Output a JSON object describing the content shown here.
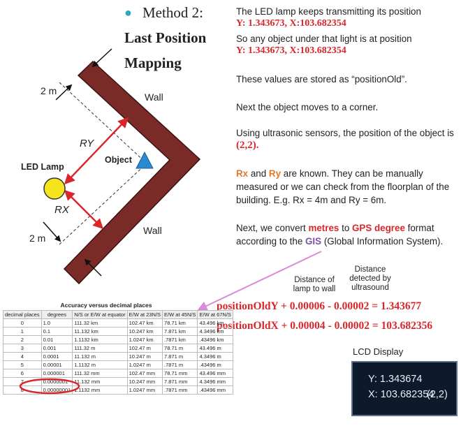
{
  "title": {
    "line1": "Method 2:",
    "line2": "Last Position",
    "line3": "Mapping"
  },
  "diagram": {
    "wall_top": "Wall",
    "wall_bottom": "Wall",
    "gap_top": "2 m",
    "gap_bottom": "2 m",
    "ry": "RY",
    "rx": "RX",
    "object": "Object",
    "lamp": "LED Lamp"
  },
  "text": {
    "p1": "The LED lamp keeps transmitting its position",
    "p1_coord": "Y: 1.343673, X:103.682354",
    "p2": "So any object under that light is at position",
    "p2_coord": "Y: 1.343673, X:103.682354",
    "p3": "These values are stored as “positionOld”.",
    "p4": "Next the object moves to a corner.",
    "p5a": "Using ultrasonic sensors, the position of the object is",
    "p5b": "(2,2).",
    "p6_rx": "Rx",
    "p6_and": " and ",
    "p6_ry": "Ry",
    "p6_rest": " are known. They can be manually",
    "p6_l2": "measured or we can check from the floorplan of the",
    "p6_l3": "building. E.g. Rx = 4m and Ry = 6m.",
    "p7_a": "Next, we convert ",
    "p7_metres": "metres",
    "p7_to": " to ",
    "p7_gps": "GPS degree",
    "p7_format": " format",
    "p7_l2a": "according to the ",
    "p7_gis": "GIS",
    "p7_l2b": " (Global Information System).",
    "lbl_lamp_wall": "Distance of lamp to wall",
    "lbl_ultra": "Distance detected by ultrasound",
    "formula_y": "positionOldY + 0.00006 - 0.00002 = 1.343677",
    "formula_x": "positionOldX + 0.00004 - 0.00002 = 103.682356"
  },
  "table": {
    "title": "Accuracy versus decimal places",
    "headers": [
      "decimal places",
      "degrees",
      "N/S or E/W at equator",
      "E/W at 23N/S",
      "E/W at 45N/S",
      "E/W at 67N/S"
    ],
    "rows": [
      [
        "0",
        "1.0",
        "111.32 km",
        "102.47 km",
        "78.71 km",
        "43.496 km"
      ],
      [
        "1",
        "0.1",
        "11.132 km",
        "10.247 km",
        "7.871 km",
        "4.3496 km"
      ],
      [
        "2",
        "0.01",
        "1.1132 km",
        "1.0247 km",
        ".7871 km",
        ".43496 km"
      ],
      [
        "3",
        "0.001",
        "111.32 m",
        "102.47 m",
        "78.71 m",
        "43.496 m"
      ],
      [
        "4",
        "0.0001",
        "11.132 m",
        "10.247 m",
        "7.871 m",
        "4.3496 m"
      ],
      [
        "5",
        "0.00001",
        "1.1132 m",
        "1.0247 m",
        ".7871 m",
        ".43496 m"
      ],
      [
        "6",
        "0.000001",
        "111.32 mm",
        "102.47 mm",
        "78.71 mm",
        "43.496 mm"
      ],
      [
        "7",
        "0.0000001",
        "11.132 mm",
        "10.247 mm",
        "7.871 mm",
        "4.3496 mm"
      ],
      [
        "8",
        "0.00000001",
        "1.1132 mm",
        "1.0247 mm",
        ".7871 mm",
        ".43496 mm"
      ]
    ]
  },
  "lcd": {
    "label": "LCD Display",
    "y": "Y: 1.343674",
    "x": "X: 103.682354",
    "pos": "(2,2)"
  }
}
